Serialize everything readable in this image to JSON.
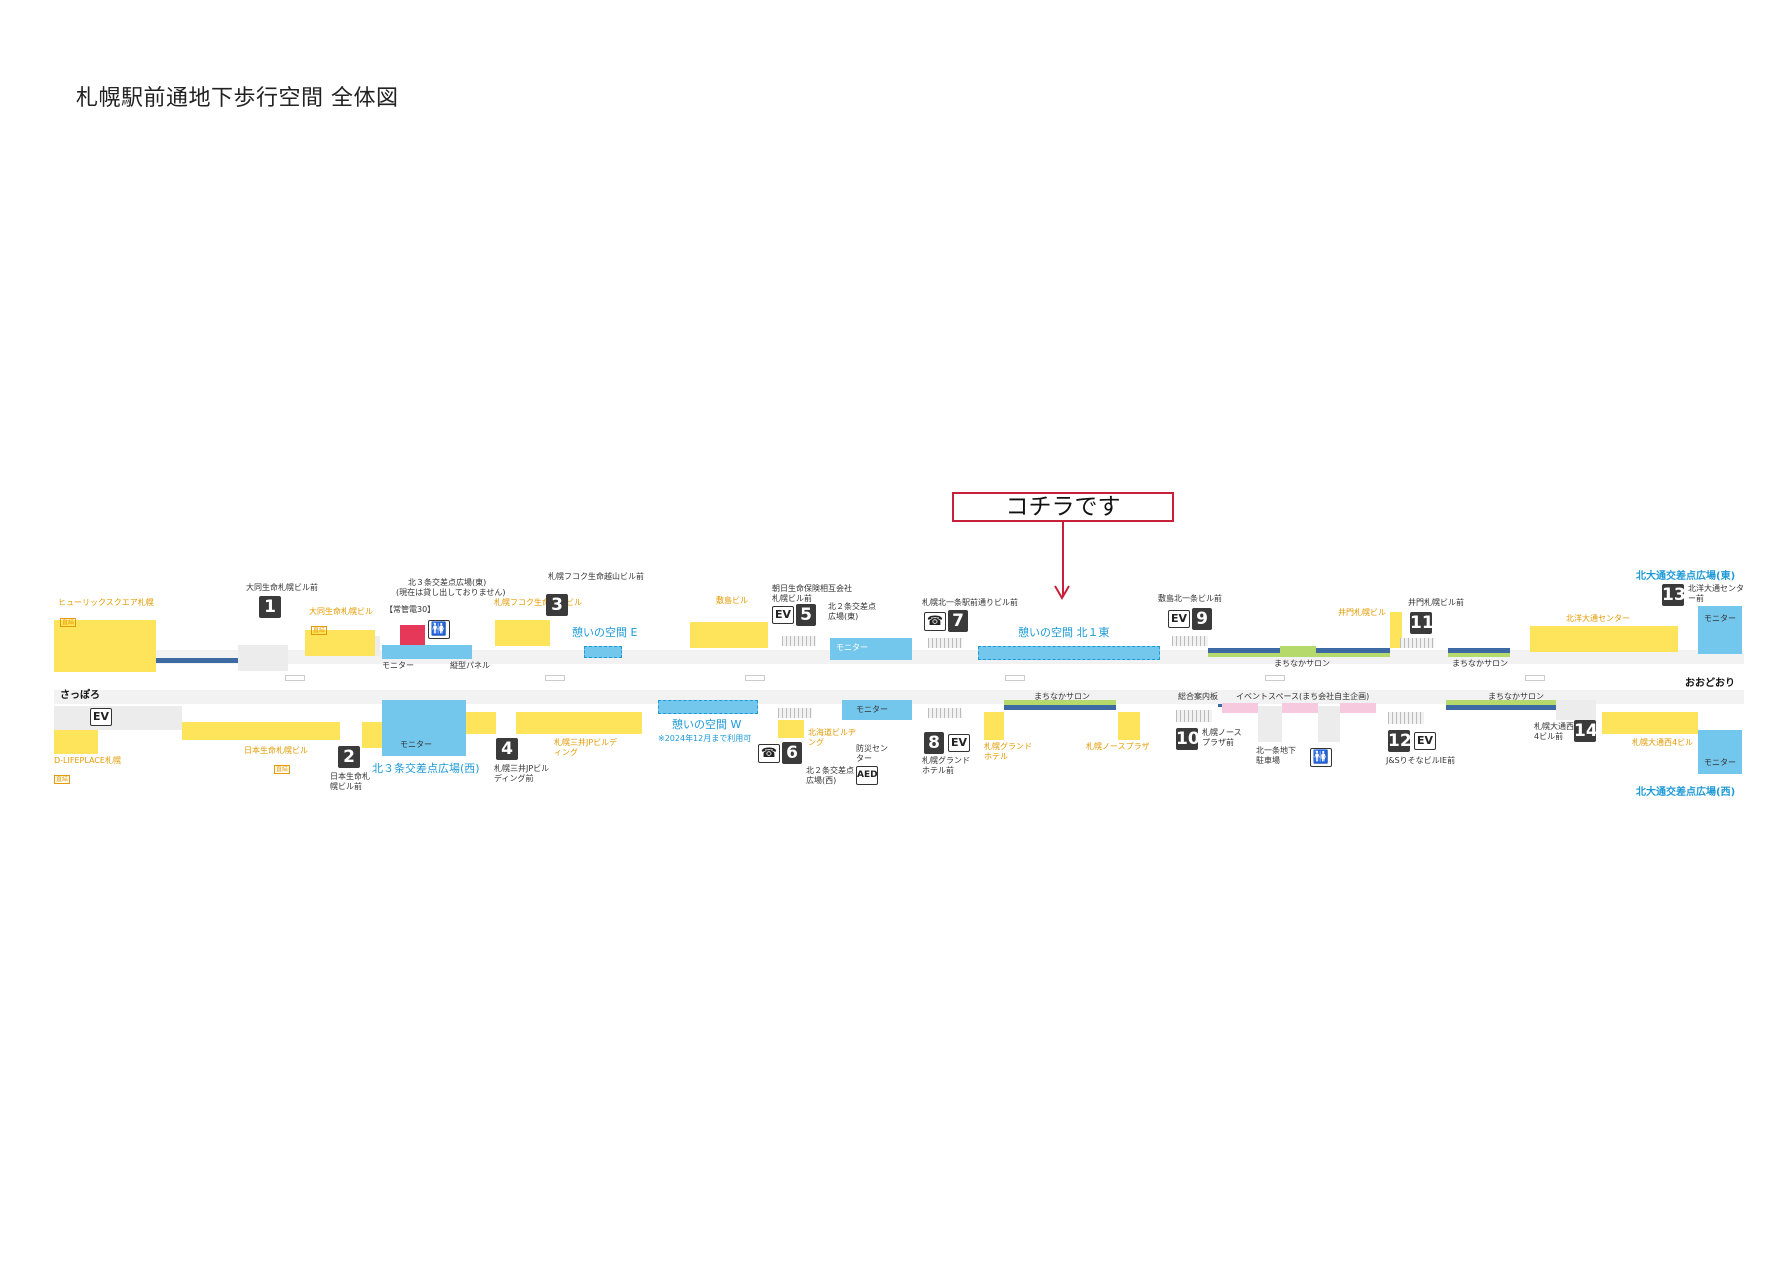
{
  "title": "札幌駅前通地下歩行空間 全体図",
  "callout": {
    "label": "コチラです",
    "color": "#c8203a"
  },
  "colors": {
    "building": "#fde45a",
    "plaza": "#74c7ec",
    "corridor": "#f2f2f2",
    "salon": "#b5d96b",
    "event": "#f6c9de",
    "accent_text": "#1d9ad6",
    "orange_text": "#e49a00"
  },
  "stations": {
    "north": "さっぽろ",
    "south": "おおどおり"
  },
  "north_side": {
    "hulic": "ヒューリックスクエア札幌",
    "daido_bldg": "大同生命札幌ビル",
    "exit1_label": "大同生命札幌ビル前",
    "kita3_east": "北３条交差点広場(東)",
    "kita3_east_note": "(現在は貸し出しておりません)",
    "event_box": "【常管電30】",
    "monitor": "モニター",
    "vertical_panel": "縦型パネル",
    "fukoku_bldg": "札幌フコク生命越山ビル",
    "exit3_label": "札幌フコク生命越山ビル前",
    "ikoi_e": "憩いの空間 E",
    "shikishima_bldg": "敷島ビル",
    "asahi_label": "朝日生命保険相互会社札幌ビル前",
    "kita2_east": "北２条交差点広場(東)",
    "exit7_label": "札幌北一条駅前通りビル前",
    "ikoi_n1e": "憩いの空間 北１東",
    "exit9_label": "敷島北一条ビル前",
    "salon": "まちなかサロン",
    "imon_bldg": "井門札幌ビル",
    "exit11_label": "井門札幌ビル前",
    "hokuyo_center": "北洋大通センター",
    "exit13_label": "北洋大通センター前",
    "odori_east": "北大通交差点広場(東)"
  },
  "south_side": {
    "d_lifeplace": "D-LIFEPLACE札幌",
    "nissay_bldg": "日本生命札幌ビル",
    "exit2_label": "日本生命札幌ビル前",
    "kita3_west": "北３条交差点広場(西)",
    "mitsui_bldg": "札幌三井JPビルディング",
    "exit4_label": "札幌三井JPビルディング前",
    "ikoi_w": "憩いの空間 W",
    "ikoi_w_note": "※2024年12月まで利用可",
    "hokkaido_bldg": "北海道ビルヂング",
    "kita2_west": "北２条交差点広場(西)",
    "bousai": "防災センター",
    "aed": "AED",
    "grand_hotel": "札幌グランドホテル",
    "exit8_label": "札幌グランドホテル前",
    "north_plaza": "札幌ノースプラザ",
    "info_board": "総合案内板",
    "exit10_label": "札幌ノースプラザ前",
    "event_space": "イベントスペース(まち会社自主企画)",
    "parking": "北一条地下駐車場",
    "exit12_label": "J&SりそなビルIE前",
    "nishi4_bldg": "札幌大通西4ビル",
    "exit14_label": "札幌大通西4ビル前",
    "odori_west": "北大通交差点広場(西)"
  },
  "tags": {
    "direct": "直結"
  },
  "icons": {
    "ev": "EV",
    "phone": "☎",
    "toilet": "🚻"
  },
  "exits": [
    "1",
    "2",
    "3",
    "4",
    "5",
    "6",
    "7",
    "8",
    "9",
    "10",
    "11",
    "12",
    "13",
    "14"
  ]
}
